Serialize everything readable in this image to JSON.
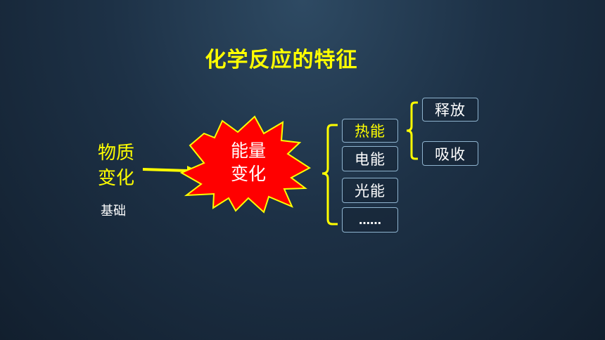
{
  "title": "化学反应的特征",
  "left_label_line1": "物质",
  "left_label_line2": "变化",
  "base_label": "基础",
  "center_label_line1": "能量",
  "center_label_line2": "变化",
  "energy_forms": [
    "热能",
    "电能",
    "光能",
    "……"
  ],
  "heat_branches": [
    "释放",
    "吸收"
  ],
  "colors": {
    "accent_yellow": "#ffff00",
    "burst_fill": "#ff0000",
    "box_border": "#8fb4cf"
  }
}
